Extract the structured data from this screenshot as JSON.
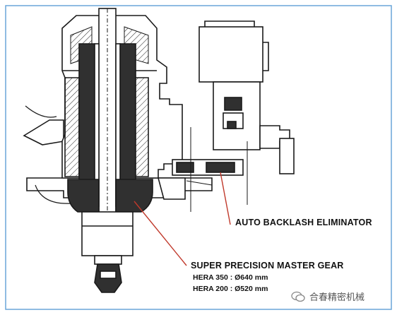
{
  "callouts": {
    "backlash": "AUTO BACKLASH ELIMINATOR",
    "master_gear": "SUPER PRECISION MASTER GEAR"
  },
  "specs": [
    "HERA 350 : Ø640 mm",
    "HERA 200 : Ø520 mm"
  ],
  "watermark": "合春精密机械",
  "colors": {
    "background": "#ffffff",
    "frame": "#6aa6d8",
    "line": "#1a1a1a",
    "shading": "#303030",
    "leader": "#c0392b"
  }
}
